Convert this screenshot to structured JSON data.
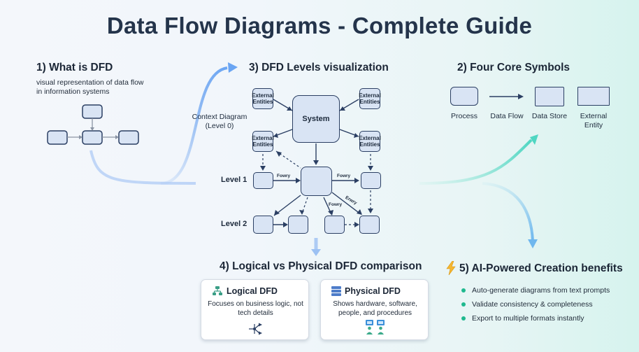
{
  "title": "Data Flow Diagrams - Complete Guide",
  "section1": {
    "heading": "1) What is DFD",
    "description": "visual representation of data flow in information systems"
  },
  "section2": {
    "heading": "2) Four Core Symbols",
    "symbols": [
      {
        "label": "Process",
        "icon": "process-symbol"
      },
      {
        "label": "Data Flow",
        "icon": "arrow-symbol"
      },
      {
        "label": "Data Store",
        "icon": "data-store-symbol"
      },
      {
        "label": "External Entity",
        "icon": "external-entity-symbol"
      }
    ]
  },
  "section3": {
    "heading": "3) DFD Levels visualization",
    "context_label": "Context Diagram (Level 0)",
    "level1_label": "Level 1",
    "level2_label": "Level 2",
    "system_label": "System",
    "entity_label": "External Entities",
    "flow_labels": [
      "Fowry",
      "Fowry",
      "Fowry",
      "Erwry"
    ]
  },
  "section4": {
    "heading": "4) Logical vs Physical DFD comparison",
    "logical": {
      "title": "Logical DFD",
      "text": "Focuses on business logic, not tech details",
      "icon": "flowchart-icon"
    },
    "physical": {
      "title": "Physical DFD",
      "text": "Shows hardware, software, people, and procedures",
      "icon": "server-icon"
    }
  },
  "section5": {
    "heading": "5) AI-Powered Creation benefits",
    "icon": "lightning-icon",
    "bullets": [
      "Auto-generate diagrams from text prompts",
      "Validate consistency & completeness",
      "Export to multiple formats instantly"
    ],
    "bullet_color": "#1fb98f"
  },
  "colors": {
    "box_fill": "#d9e4f4",
    "box_stroke": "#2b3f63",
    "blue_curve": "#7fb0f2",
    "teal_curve": "#5fd6c4"
  }
}
